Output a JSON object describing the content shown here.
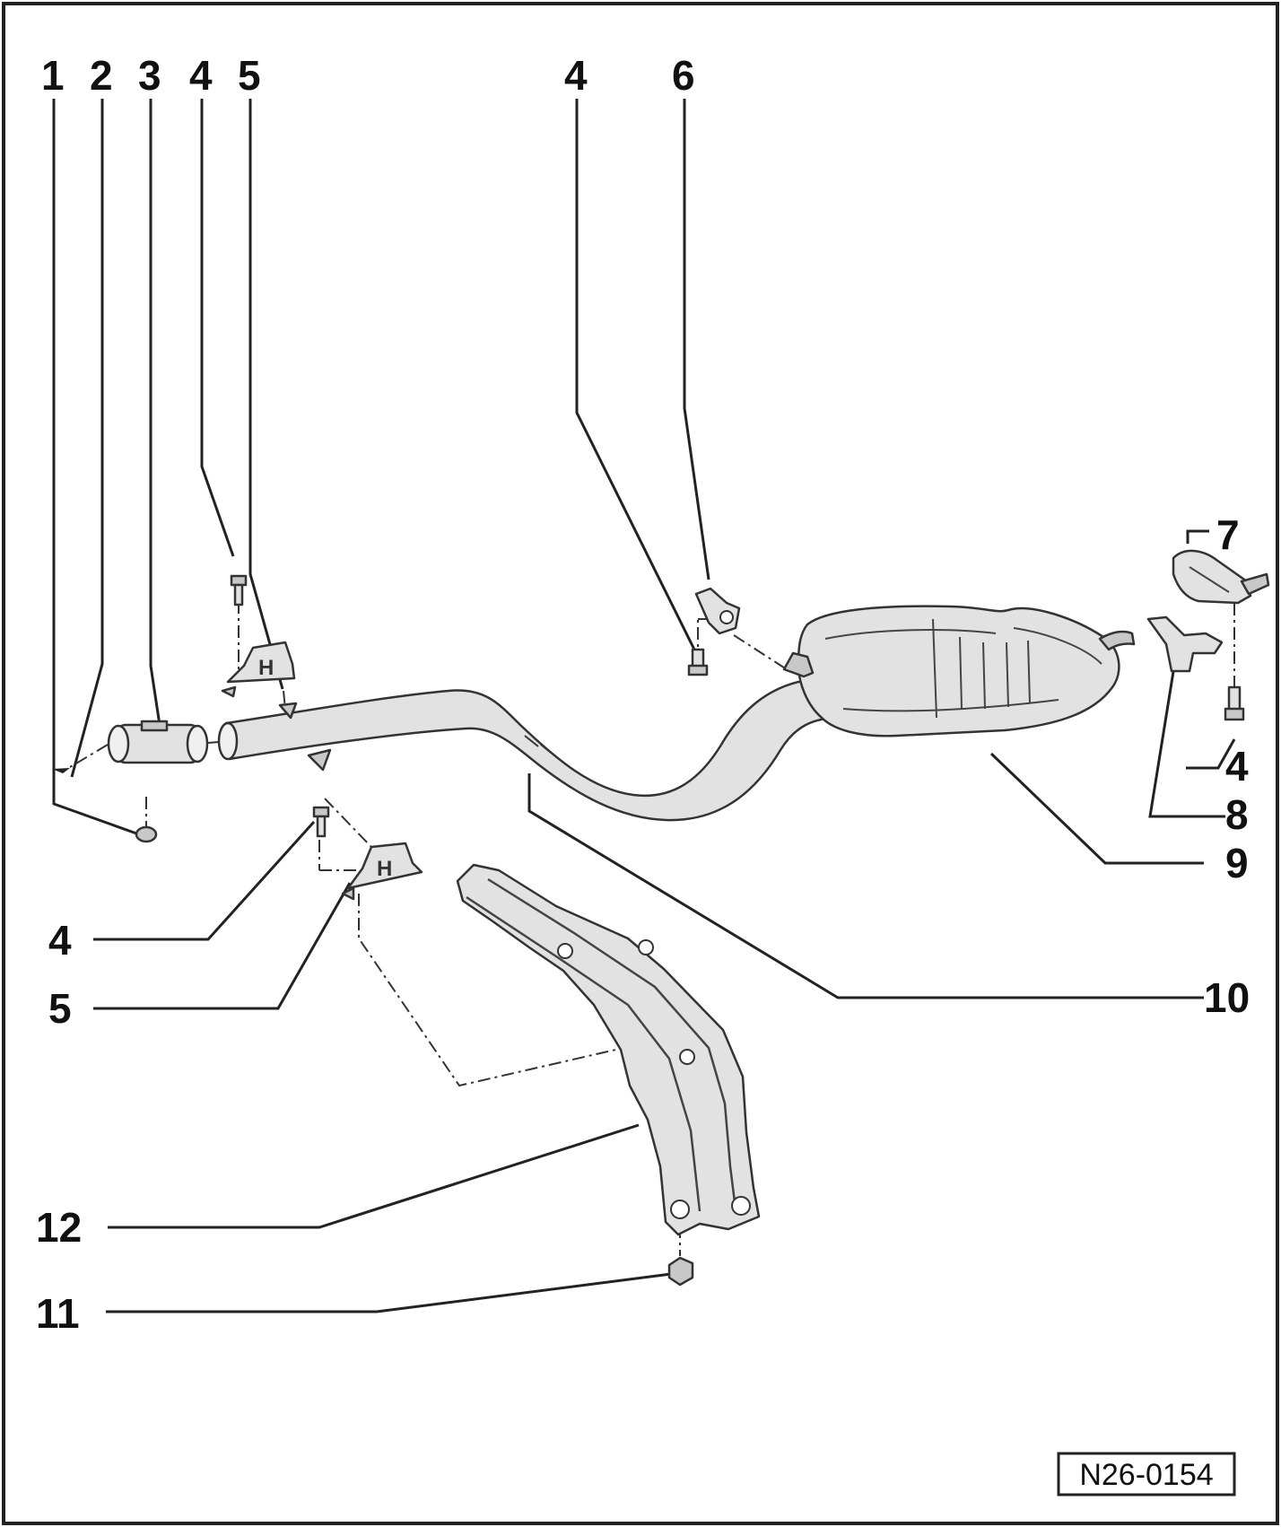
{
  "diagram": {
    "reference_code": "N26-0154",
    "callouts": {
      "c1": "1",
      "c2": "2",
      "c3": "3",
      "c4_top_left": "4",
      "c5_top_left": "5",
      "c4_top_mid": "4",
      "c6": "6",
      "c7": "7",
      "c4_right": "4",
      "c8": "8",
      "c9": "9",
      "c4_lower_left": "4",
      "c5_lower_left": "5",
      "c10": "10",
      "c12": "12",
      "c11": "11"
    },
    "colors": {
      "line": "#222222",
      "part_fill": "#e2e2e2",
      "part_shade": "#c8c8c8",
      "background": "#ffffff"
    }
  }
}
